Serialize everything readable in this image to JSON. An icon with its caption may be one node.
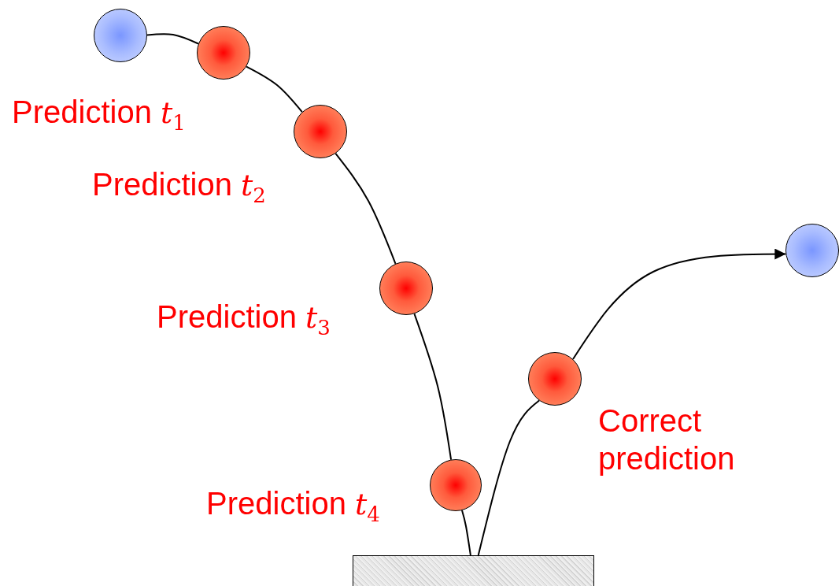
{
  "diagram": {
    "nodes": [
      {
        "text": [],
        "shape": "circle"
      },
      {
        "text": [],
        "shape": "circle",
        "beside": [
          "Prediction *t*$_{1}$"
        ]
      },
      {
        "text": [],
        "shape": "circle",
        "beside": [
          "Prediction *t*$_{2}$"
        ]
      },
      {
        "text": [],
        "shape": "circle",
        "beside": [
          "Prediction *t*$_{3}$"
        ]
      },
      {
        "text": [],
        "shape": "circle",
        "beside": [
          "Prediction *t*$_{4}$"
        ]
      },
      {
        "text": [],
        "shape": "box"
      },
      {
        "text": [],
        "shape": "circle",
        "beside": [
          "Correct prediction"
        ]
      },
      {
        "text": [],
        "shape": "circle"
      }
    ],
    "edges": [
      {
        "from": 0,
        "to": 1,
        "arrow": "none"
      },
      {
        "from": 1,
        "to": 2,
        "arrow": "none"
      },
      {
        "from": 2,
        "to": 3,
        "arrow": "none"
      },
      {
        "from": 3,
        "to": 4,
        "arrow": "none"
      },
      {
        "from": 4,
        "to": 5,
        "arrow": "none"
      },
      {
        "from": 5,
        "to": 6,
        "arrow": "none"
      },
      {
        "from": 6,
        "to": 7,
        "arrow": "to"
      }
    ]
  }
}
